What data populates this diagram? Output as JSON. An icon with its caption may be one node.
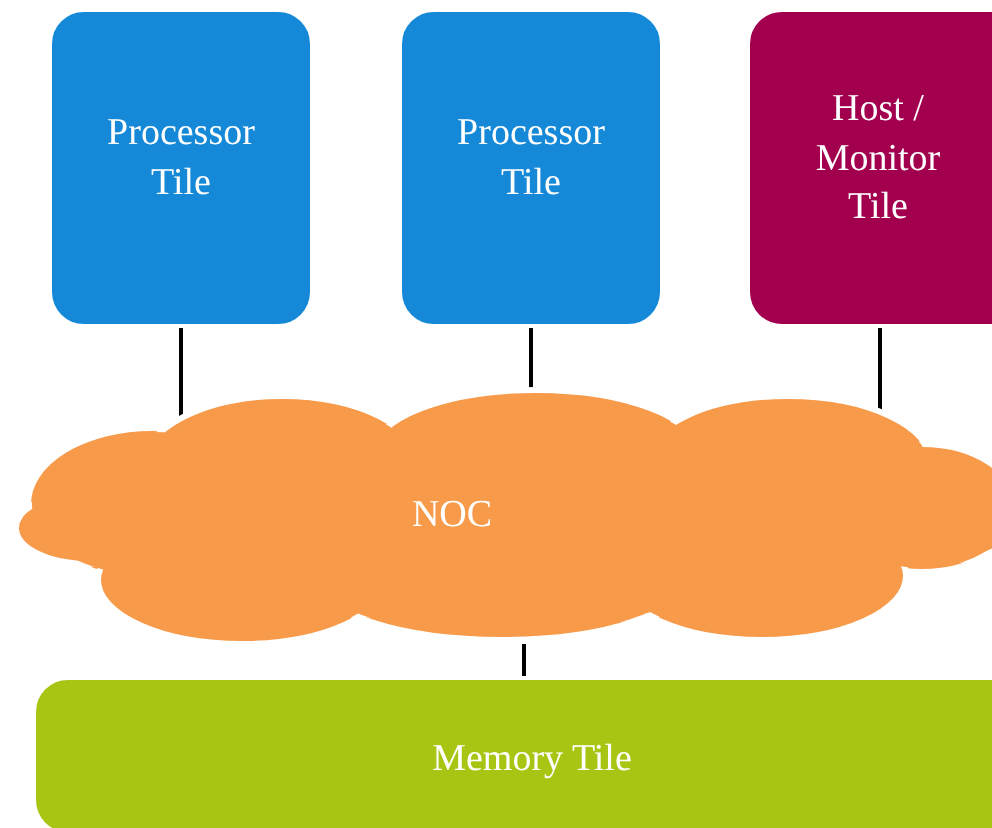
{
  "diagram": {
    "nodes": [
      {
        "text": [
          "Processor Tile"
        ]
      },
      {
        "text": [
          "Processor Tile"
        ]
      },
      {
        "text": [
          "Host / Monitor Tile"
        ]
      },
      {
        "text": [
          "NOC"
        ]
      },
      {
        "text": [
          "Memory Tile"
        ]
      }
    ],
    "edges": [
      {
        "from": 0,
        "to": 3,
        "arrow": "none"
      },
      {
        "from": 1,
        "to": 3,
        "arrow": "none"
      },
      {
        "from": 2,
        "to": 3,
        "arrow": "none"
      },
      {
        "from": 3,
        "to": 4,
        "arrow": "none"
      }
    ]
  }
}
